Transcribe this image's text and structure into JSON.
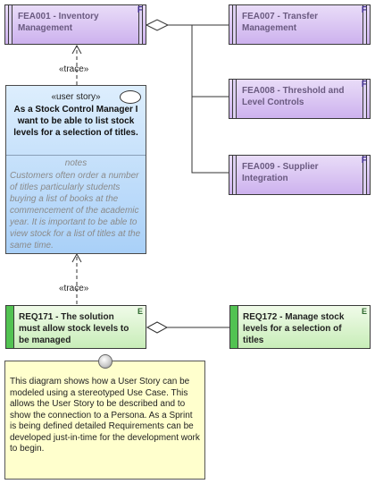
{
  "features": [
    {
      "id": "fea001",
      "label": "FEA001 - Inventory Management",
      "icon": "F"
    },
    {
      "id": "fea007",
      "label": "FEA007 - Transfer Management",
      "icon": "F"
    },
    {
      "id": "fea008",
      "label": "FEA008 - Threshold and Level Controls",
      "icon": "F"
    },
    {
      "id": "fea009",
      "label": "FEA009 - Supplier Integration",
      "icon": "F"
    }
  ],
  "user_story": {
    "stereotype": "«user story»",
    "name": "As a Stock Control Manager I want to be able to list stock levels for a selection of titles.",
    "notes_heading": "notes",
    "notes": "Customers often order a number of titles particularly students buying a list of books at the commencement of the academic year. It is important to be able to view stock for a list of titles at the same time."
  },
  "requirements": [
    {
      "id": "req171",
      "label": "REQ171 - The solution must allow stock levels to be managed",
      "icon": "E"
    },
    {
      "id": "req172",
      "label": "REQ172 - Manage stock levels for a selection of titles",
      "icon": "E"
    }
  ],
  "connectors": {
    "trace_top": "«trace»",
    "trace_bottom": "«trace»"
  },
  "note": {
    "text": "This diagram shows how a User Story can be modeled using a stereotyped Use Case. This allows the User Story to be described and to show the connection to a Persona. As a Sprint is being defined detailed Requirements can be developed just-in-time for the development work to begin."
  }
}
